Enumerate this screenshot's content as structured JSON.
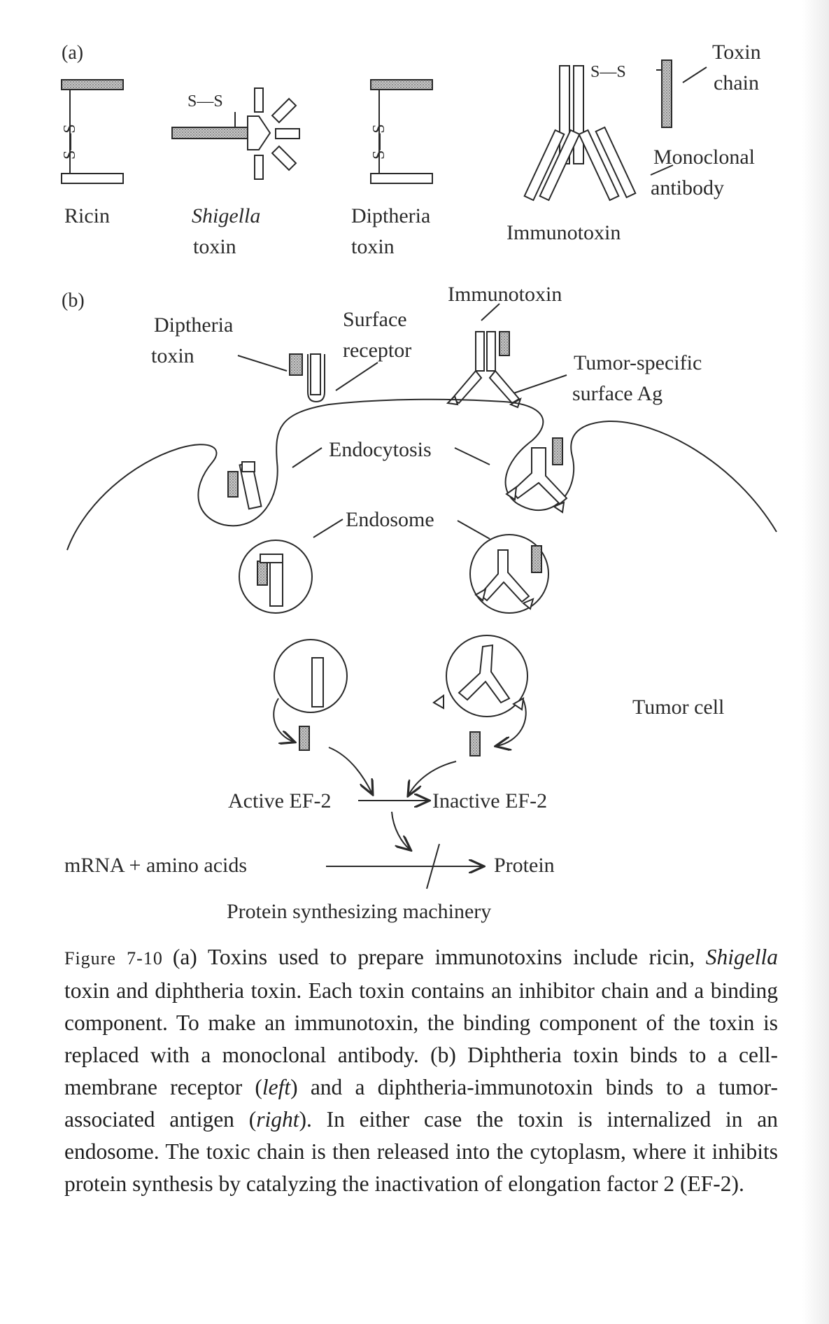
{
  "panel_a": {
    "label": "(a)",
    "ricin_label": "Ricin",
    "ricin_bond": "S—S",
    "shigella_label_1": "Shigella",
    "shigella_label_2": "toxin",
    "shigella_bond": "S—S",
    "diptheria_label_1": "Diptheria",
    "diptheria_label_2": "toxin",
    "diptheria_bond": "S—S",
    "immunotoxin_label": "Immunotoxin",
    "immunotoxin_bond": "S—S",
    "toxin_chain_1": "Toxin",
    "toxin_chain_2": "chain",
    "monoclonal_1": "Monoclonal",
    "monoclonal_2": "antibody"
  },
  "panel_b": {
    "label": "(b)",
    "diptheria_1": "Diptheria",
    "diptheria_2": "toxin",
    "surface_1": "Surface",
    "surface_2": "receptor",
    "immunotoxin": "Immunotoxin",
    "tumor_ag_1": "Tumor-specific",
    "tumor_ag_2": "surface Ag",
    "endocytosis": "Endocytosis",
    "endosome": "Endosome",
    "tumor_cell": "Tumor cell",
    "active_ef2": "Active EF-2",
    "inactive_ef2": "Inactive EF-2",
    "mrna": "mRNA + amino acids",
    "protein": "Protein",
    "machinery": "Protein synthesizing machinery"
  },
  "caption": {
    "fig_num": "Figure 7-10",
    "p1": "(a) Toxins used to prepare immunotoxins include ricin,",
    "shigella": "Shigella",
    "p2": "toxin and diphtheria toxin. Each toxin contains an inhibitor chain and a binding component. To make an immunotoxin, the binding component of the toxin is replaced with a monoclonal antibody. (b) Diphtheria toxin binds to a cell-membrane receptor (",
    "left": "left",
    "p3": ") and a diphtheria-immunotoxin binds to a tumor-associated antigen (",
    "right": "right",
    "p4": "). In either case the toxin is internalized in an endosome. The toxic chain is then released into the cytoplasm, where it inhibits protein synthesis by catalyzing the inactivation of elongation factor 2 (EF-2)."
  },
  "colors": {
    "ink": "#2a2a2a",
    "toxin_fill": "#b9b9b9",
    "background": "#ffffff"
  }
}
